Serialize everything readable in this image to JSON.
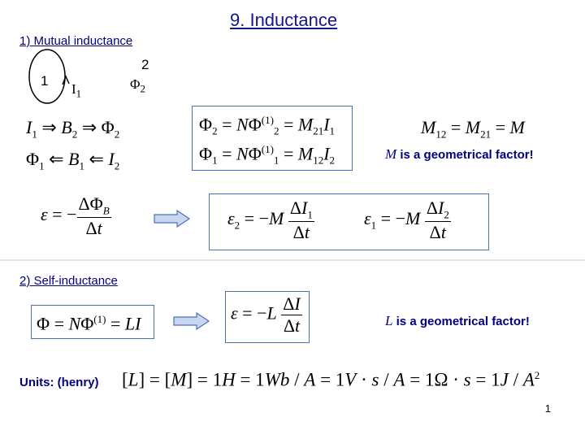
{
  "title": "9. Inductance",
  "sections": {
    "mutual": "1) Mutual inductance",
    "self": "2) Self-inductance"
  },
  "loop_labels": {
    "loop1": "1",
    "loop2": "2"
  },
  "notes": {
    "m_var": "M",
    "m_text": " is a geometrical factor!",
    "l_var": "L",
    "l_text": " is a geometrical factor!"
  },
  "units_label": "Units: (henry)",
  "page_number": "1",
  "colors": {
    "title": "#16168c",
    "text": "#000080",
    "box_border": "#4f6fb5",
    "arrow": "#4a6fc2"
  }
}
